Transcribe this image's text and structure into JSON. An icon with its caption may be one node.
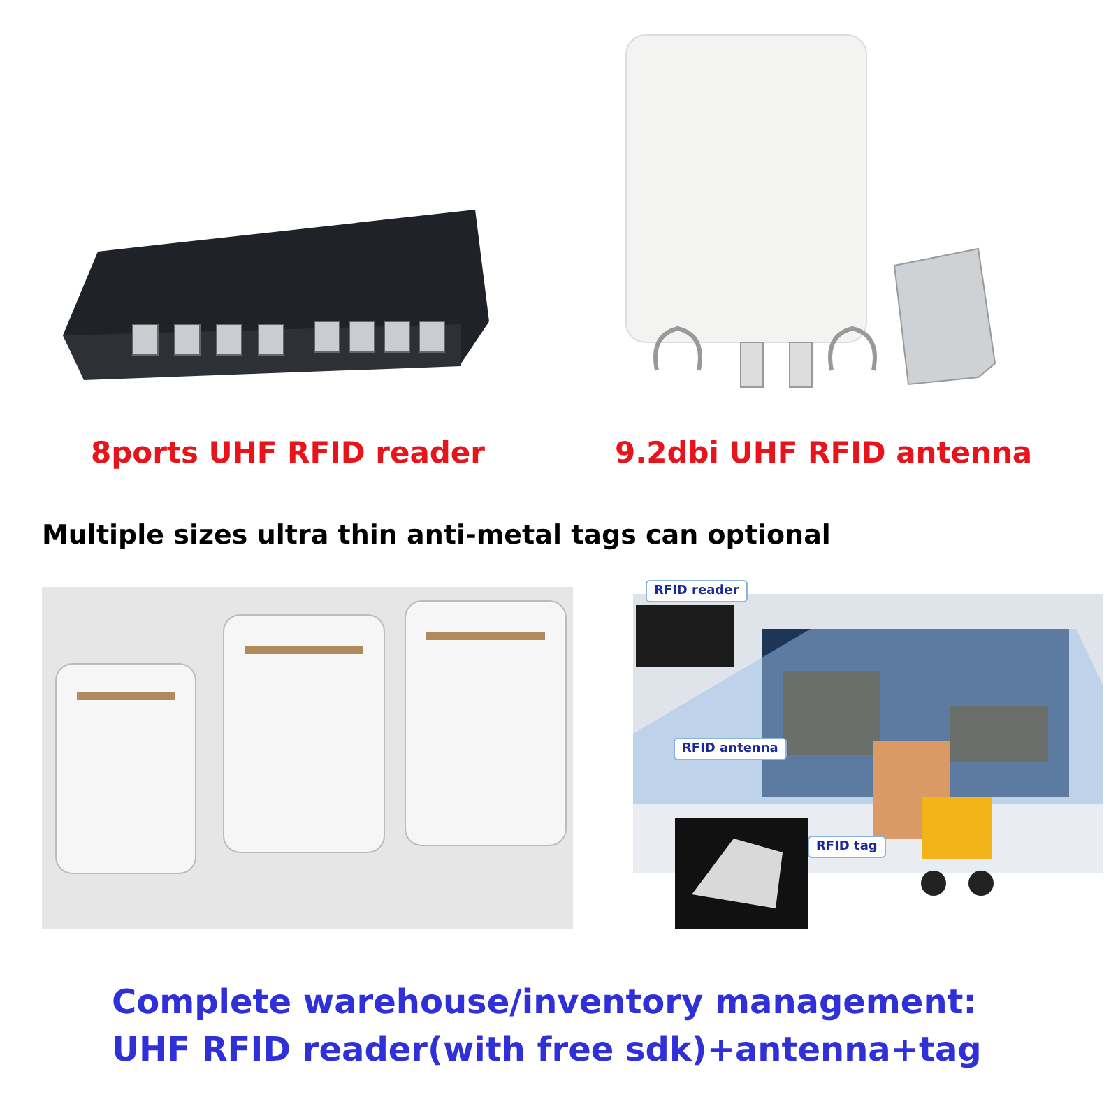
{
  "diagram": {
    "caption": "Complete warehouse/inventory management: UHF RFID reader(with free sdk)+antenna+tag",
    "labels": [
      "8ports UHF RFID reader",
      "9.2dbi UHF RFID antenna",
      "Multiple sizes ultra thin anti-metal tags can optional",
      "RFID reader",
      "RFID antenna",
      "RFID tag"
    ]
  }
}
